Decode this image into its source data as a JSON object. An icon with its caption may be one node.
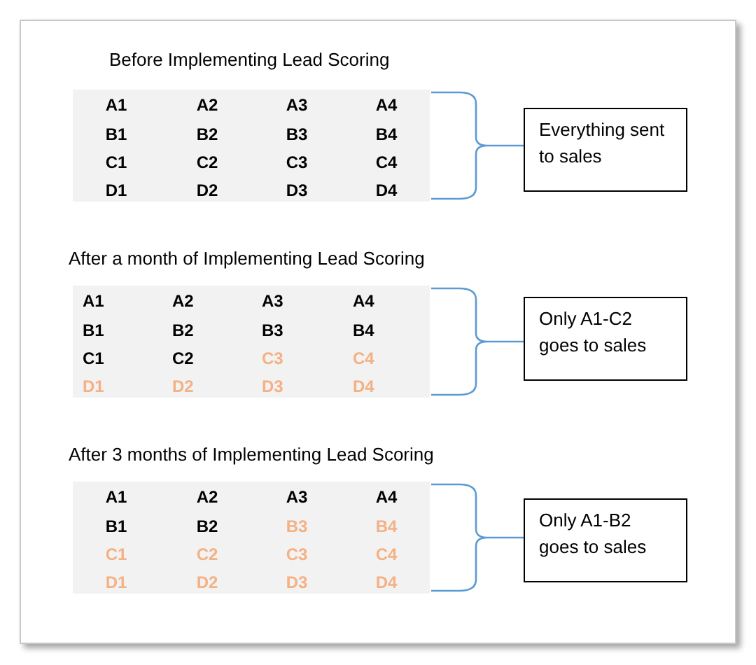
{
  "diagram": {
    "nodes": [
      {
        "text": [
          "Before Implementing Lead Scoring",
          "A1",
          "A2",
          "A3",
          "A4",
          "B1",
          "B2",
          "B3",
          "B4",
          "C1",
          "C2",
          "C3",
          "C4",
          "D1",
          "D2",
          "D3",
          "D4"
        ]
      },
      {
        "text": [
          "Everything sent to sales"
        ]
      },
      {
        "text": [
          "After a month of Implementing Lead Scoring",
          "A1",
          "A2",
          "A3",
          "A4",
          "B1",
          "B2",
          "B3",
          "B4",
          "C1",
          "C2",
          "C3",
          "C4",
          "D1",
          "D2",
          "D3",
          "D4"
        ]
      },
      {
        "text": [
          "Only A1-C2 goes to sales"
        ]
      },
      {
        "text": [
          "After 3 months of Implementing Lead Scoring",
          "A1",
          "A2",
          "A3",
          "A4",
          "B1",
          "B2",
          "B3",
          "B4",
          "C1",
          "C2",
          "C3",
          "C4",
          "D1",
          "D2",
          "D3",
          "D4"
        ]
      },
      {
        "text": [
          "Only A1-B2 goes to sales"
        ]
      }
    ],
    "edges": [
      {
        "from": 0,
        "to": 1,
        "arrow": "none"
      },
      {
        "from": 2,
        "to": 3,
        "arrow": "none"
      },
      {
        "from": 4,
        "to": 5,
        "arrow": "none"
      }
    ]
  }
}
